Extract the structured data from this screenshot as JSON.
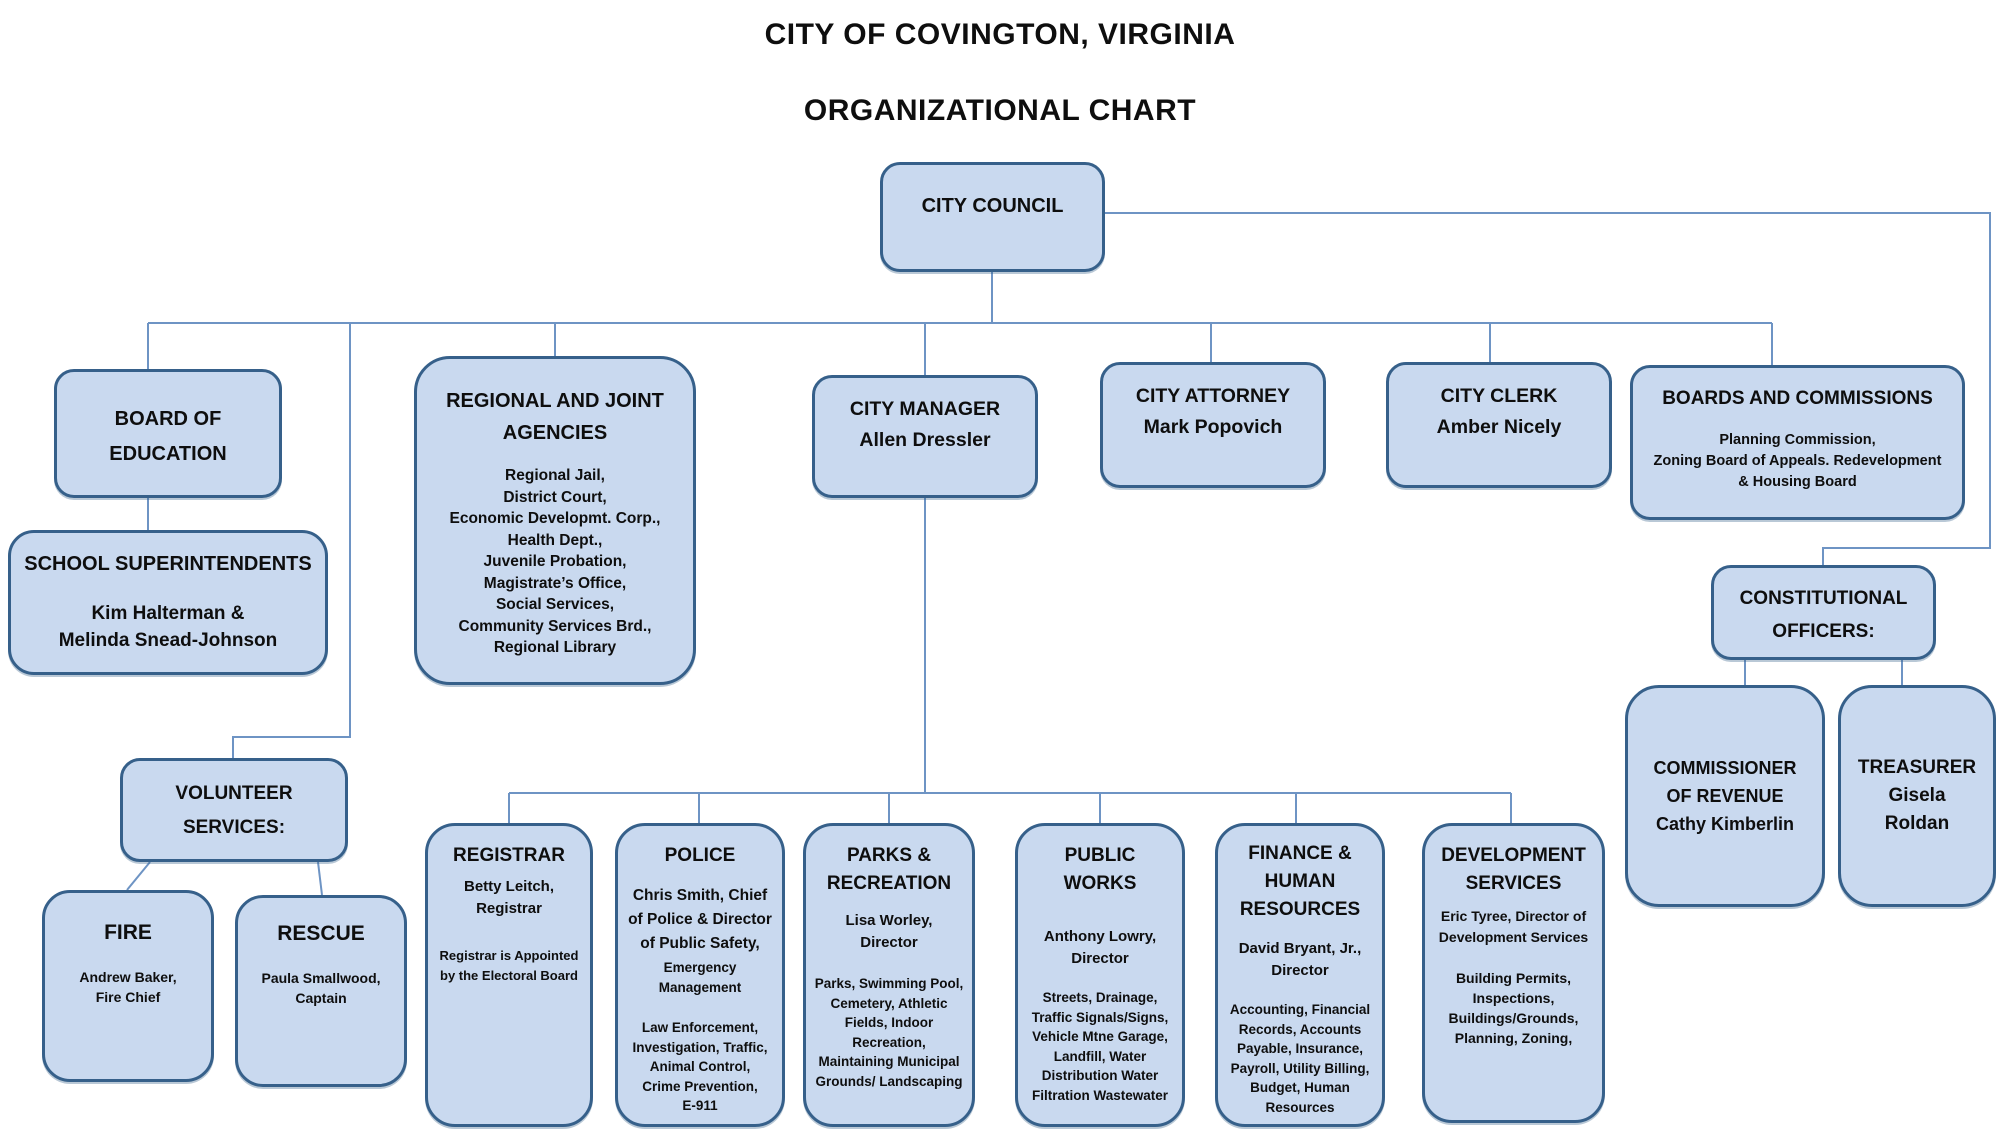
{
  "page_title": {
    "line1": "CITY OF COVINGTON, VIRGINIA",
    "line2": "ORGANIZATIONAL CHART"
  },
  "colors": {
    "box_fill": "#c9d9ef",
    "box_border": "#36608a",
    "connector_line": "#6e94c4",
    "text": "#0e0e0e"
  },
  "nodes": {
    "city_council": {
      "title": "CITY COUNCIL"
    },
    "board_of_education": {
      "title": "BOARD OF\nEDUCATION"
    },
    "school_superintendents": {
      "title": "SCHOOL SUPERINTENDENTS",
      "body": "Kim Halterman &\nMelinda Snead-Johnson"
    },
    "regional_joint_agencies": {
      "title": "REGIONAL AND JOINT\nAGENCIES",
      "body": "Regional Jail,\nDistrict Court,\nEconomic Developmt. Corp.,\nHealth Dept.,\nJuvenile Probation,\nMagistrate’s Office,\nSocial Services,\nCommunity Services Brd.,\nRegional Library"
    },
    "city_manager": {
      "title": "CITY MANAGER",
      "subtitle": "Allen Dressler"
    },
    "city_attorney": {
      "title": "CITY ATTORNEY",
      "subtitle": "Mark Popovich"
    },
    "city_clerk": {
      "title": "CITY CLERK",
      "subtitle": "Amber Nicely"
    },
    "boards_commissions": {
      "title": "BOARDS AND COMMISSIONS",
      "body": "Planning Commission,\nZoning Board of Appeals. Redevelopment\n& Housing Board"
    },
    "constitutional_officers": {
      "title": "CONSTITUTIONAL\nOFFICERS:"
    },
    "commissioner_of_revenue": {
      "title": "COMMISSIONER\nOF REVENUE",
      "subtitle": "Cathy Kimberlin"
    },
    "treasurer": {
      "title": "TREASURER",
      "subtitle": "Gisela\nRoldan"
    },
    "volunteer_services": {
      "title": "VOLUNTEER\nSERVICES:"
    },
    "fire": {
      "title": "FIRE",
      "body": "Andrew Baker,\nFire Chief"
    },
    "rescue": {
      "title": "RESCUE",
      "body": "Paula Smallwood,\nCaptain"
    },
    "registrar": {
      "title": "REGISTRAR",
      "subtitle": "Betty Leitch,\nRegistrar",
      "body": "Registrar is Appointed\nby the Electoral Board"
    },
    "police": {
      "title": "POLICE",
      "subtitle": "Chris Smith, Chief\nof Police & Director\nof Public Safety,",
      "subtitle2": "Emergency\nManagement",
      "body": "Law Enforcement,\nInvestigation, Traffic,\nAnimal Control,\nCrime Prevention,\nE-911"
    },
    "parks_recreation": {
      "title": "PARKS &\nRECREATION",
      "subtitle": "Lisa Worley,\nDirector",
      "body": "Parks, Swimming Pool,\nCemetery, Athletic\nFields, Indoor\nRecreation,\nMaintaining Municipal\nGrounds/ Landscaping"
    },
    "public_works": {
      "title": "PUBLIC\nWORKS",
      "subtitle": "Anthony Lowry,\nDirector",
      "body": "Streets, Drainage,\nTraffic Signals/Signs,\nVehicle Mtne Garage,\nLandfill, Water\nDistribution Water\nFiltration Wastewater"
    },
    "finance_hr": {
      "title": "FINANCE &\nHUMAN\nRESOURCES",
      "subtitle": "David Bryant, Jr.,\nDirector",
      "body": "Accounting, Financial\nRecords, Accounts\nPayable, Insurance,\nPayroll, Utility Billing,\nBudget, Human\nResources"
    },
    "development_services": {
      "title": "DEVELOPMENT\nSERVICES",
      "subtitle": "Eric Tyree, Director of\nDevelopment Services",
      "body": "Building Permits,\nInspections,\nBuildings/Grounds,\nPlanning, Zoning,"
    }
  }
}
